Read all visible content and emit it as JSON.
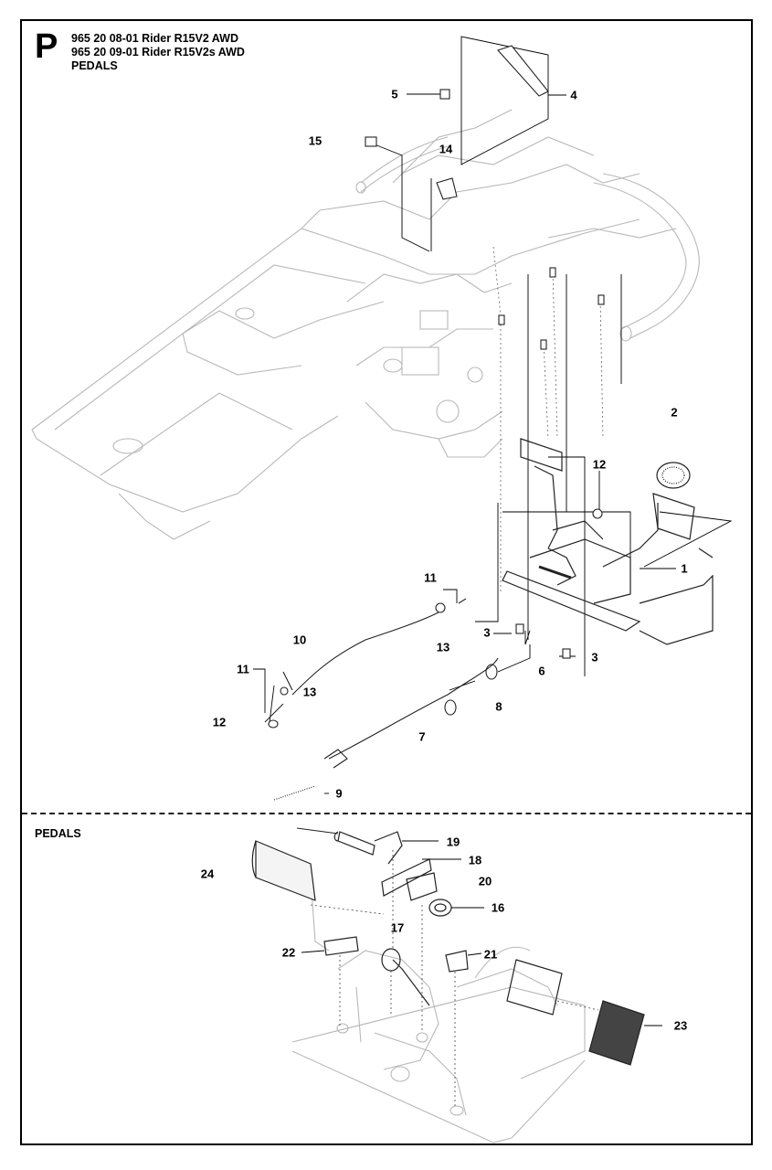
{
  "header": {
    "letter": "P",
    "lines": [
      "965 20 08-01 Rider R15V2 AWD",
      "965 20 09-01 Rider R15V2s AWD",
      "PEDALS"
    ]
  },
  "section_label": "PEDALS",
  "callouts_top": [
    "5",
    "4",
    "15",
    "14",
    "2",
    "12",
    "11",
    "1",
    "10",
    "3",
    "13",
    "3",
    "6",
    "11",
    "13",
    "8",
    "12",
    "7",
    "9"
  ],
  "callouts_bottom": [
    "19",
    "18",
    "24",
    "20",
    "16",
    "17",
    "22",
    "21",
    "23"
  ]
}
